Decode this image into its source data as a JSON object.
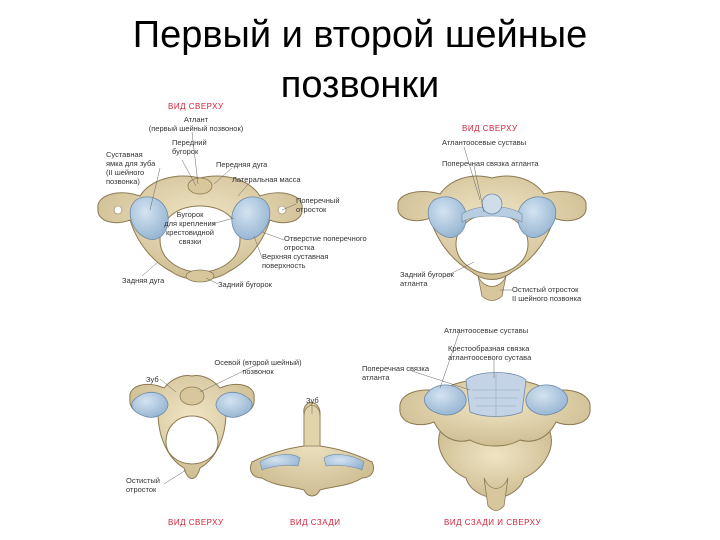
{
  "title": {
    "line1": "Первый и второй шейные",
    "line2": "позвонки"
  },
  "colors": {
    "bone": "#e6d8b0",
    "bone_shade": "#c9b78a",
    "cartilage": "#a9c3dc",
    "view_label": "#d2233a",
    "leader": "#666666"
  },
  "fig_a": {
    "view": "ВИД СВЕРХУ",
    "labels": {
      "atlas": "Атлант",
      "atlas_sub": "(первый шейный позвонок)",
      "anterior_tubercle_1": "Передний",
      "anterior_tubercle_2": "бугорок",
      "anterior_arch": "Передняя дуга",
      "lateral_mass": "Латеральная масса",
      "dens_facet_1": "Суставная",
      "dens_facet_2": "ямка для зуба",
      "dens_facet_3": "(II шейного",
      "dens_facet_4": "позвонка)",
      "ligament_tubercle_1": "Бугорок",
      "ligament_tubercle_2": "для крепления",
      "ligament_tubercle_3": "крестовидной",
      "ligament_tubercle_4": "связки",
      "transverse_process_1": "Поперечный",
      "transverse_process_2": "отросток",
      "transverse_foramen_1": "Отверстие поперечного",
      "transverse_foramen_2": "отростка",
      "superior_facet_1": "Верхняя суставная",
      "superior_facet_2": "поверхность",
      "posterior_arch": "Задняя дуга",
      "posterior_tubercle": "Задний бугорок"
    }
  },
  "fig_b": {
    "view": "ВИД СВЕРХУ",
    "labels": {
      "atlantoaxial_joint": "Атлантоосевые суставы",
      "transverse_ligament": "Поперечная связка атланта",
      "posterior_tubercle_1": "Задний бугорок",
      "posterior_tubercle_2": "атланта",
      "spinous_process_1": "Остистый отросток",
      "spinous_process_2": "II шейного позвонка"
    }
  },
  "fig_c": {
    "view": "ВИД СВЕРХУ",
    "labels": {
      "axis_1": "Осевой (второй шейный)",
      "axis_2": "позвонок",
      "dens": "Зуб",
      "spinous_process_1": "Остистый",
      "spinous_process_2": "отросток"
    }
  },
  "fig_d": {
    "view": "ВИД СЗАДИ",
    "labels": {
      "dens": "Зуб"
    }
  },
  "fig_e": {
    "view": "ВИД СЗАДИ И СВЕРХУ",
    "labels": {
      "atlantoaxial_joints": "Атлантоосевые суставы",
      "cruciform_1": "Крестообразная связка",
      "cruciform_2": "атлантоосевого сустава",
      "transverse_ligament_1": "Поперечная связка",
      "transverse_ligament_2": "атланта"
    }
  }
}
